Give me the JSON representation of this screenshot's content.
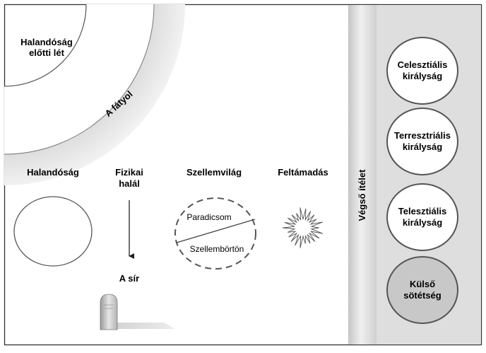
{
  "diagram": {
    "pre_mortal": "Halandóság\nelőtti lét",
    "veil": "A fátyol",
    "mortality": "Halandóság",
    "physical_death": "Fizikai\nhalál",
    "spirit_world": "Szellemvilág",
    "paradise": "Paradicsom",
    "spirit_prison": "Szellembörtön",
    "resurrection": "Feltámadás",
    "grave": "A sír",
    "final_judgment": "Végső ítélet",
    "kingdoms": [
      "Celesztiális\nkirályság",
      "Terresztriális\nkirályság",
      "Telesztiális\nkirályság",
      "Külső\nsötétség"
    ]
  }
}
